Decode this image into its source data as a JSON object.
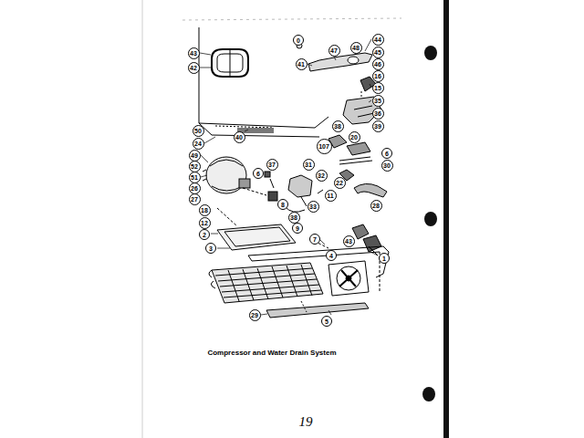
{
  "diagram": {
    "caption": "Compressor and Water Drain System",
    "labels": [
      "43",
      "42",
      "0",
      "41",
      "47",
      "48",
      "44",
      "45",
      "46",
      "16",
      "15",
      "35",
      "36",
      "38",
      "39",
      "107",
      "20",
      "6",
      "30",
      "22",
      "28",
      "40",
      "50",
      "24",
      "49",
      "52",
      "51",
      "26",
      "27",
      "18",
      "12",
      "2",
      "3",
      "6",
      "37",
      "8",
      "38",
      "9",
      "31",
      "32",
      "33",
      "11",
      "43",
      "1",
      "7",
      "4",
      "29",
      "5",
      "19"
    ]
  }
}
